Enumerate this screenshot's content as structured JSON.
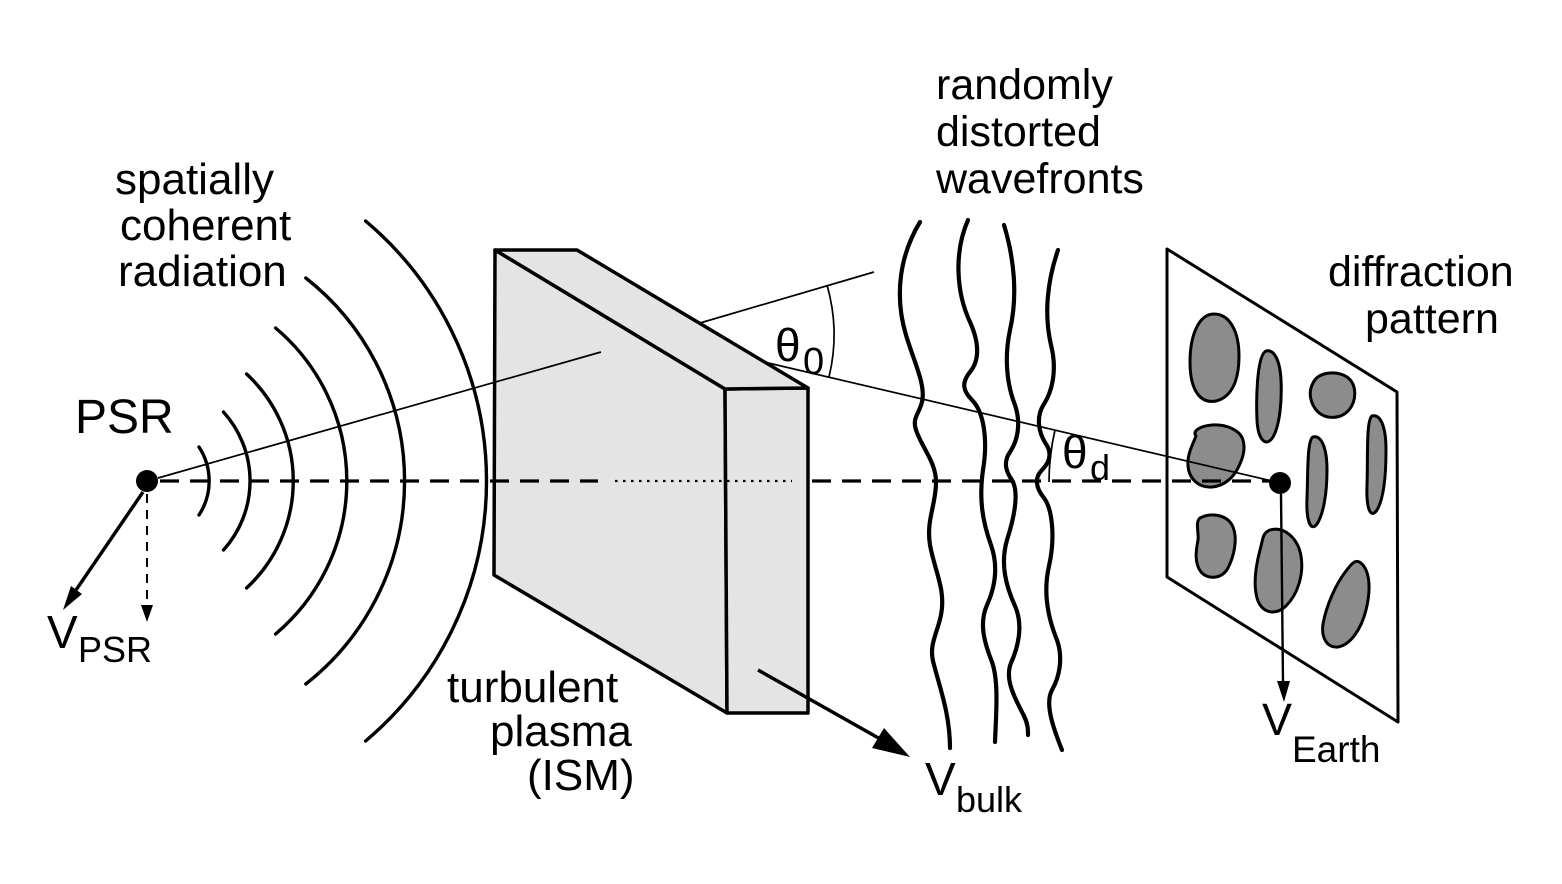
{
  "labels": {
    "radiation_block": {
      "line1": "spatially",
      "line2": "coherent",
      "line3": "radiation"
    },
    "psr": "PSR",
    "v_psr": {
      "main": "V",
      "sub": "PSR"
    },
    "plasma_block": {
      "line1": "turbulent",
      "line2": "plasma",
      "line3": "(ISM)"
    },
    "v_bulk": {
      "main": "V",
      "sub": "bulk"
    },
    "wavefronts_block": {
      "line1": "randomly",
      "line2": "distorted",
      "line3": "wavefronts"
    },
    "theta_0": {
      "main": "θ",
      "sub": "0"
    },
    "theta_d": {
      "main": "θ",
      "sub": "d"
    },
    "diffraction_block": {
      "line1": "diffraction",
      "line2": "pattern"
    },
    "v_earth": {
      "main": "V",
      "sub": "Earth"
    }
  },
  "colors": {
    "background": "#ffffff",
    "ink": "#000000",
    "slab_fill": "#e4e4e4",
    "blob_fill": "#8c8c8c",
    "screen_fill": "#ffffff"
  }
}
